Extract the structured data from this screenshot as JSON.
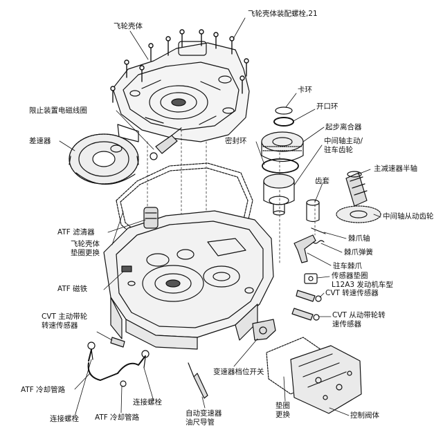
{
  "labels": {
    "flywheel_housing": "飞轮壳体",
    "flywheel_bolt": "飞轮壳体装配螺栓,21",
    "circlip": "卡环",
    "split_ring": "开口环",
    "start_clutch": "起步离合器",
    "seal_ring": "密封环",
    "countershaft_gear_l1": "中间轴主动/",
    "countershaft_gear_l2": "驻车齿轮",
    "limit_solenoid": "限止装置电磁线圈",
    "differential": "差速器",
    "gear_sleeve": "齿套",
    "final_drive_shaft": "主减速器半轴",
    "countershaft_driven": "中间轴从动齿轮",
    "atf_filter": "ATF 滤清器",
    "pawl_shaft": "棘爪轴",
    "flywheel_gasket_l1": "飞轮壳体",
    "flywheel_gasket_l2": "垫圈更换",
    "pawl_spring": "棘爪弹簧",
    "park_pawl": "驻车棘爪",
    "atf_magnet": "ATF 磁铁",
    "sensor_gasket_l1": "传感器垫圈",
    "sensor_gasket_l2": "L12A3 发动机车型",
    "cvt_drive_sensor_l1": "CVT 主动带轮",
    "cvt_drive_sensor_l2": "转速传感器",
    "cvt_speed_sensor": "CVT 转速传感器",
    "cvt_driven_sensor_l1": "CVT 从动带轮转",
    "cvt_driven_sensor_l2": "速传感器",
    "atf_cooler_pipe_1": "ATF 冷却管路",
    "shift_switch": "变速器档位开关",
    "connecting_bolt_1": "连接螺栓",
    "connecting_bolt_2": "连接螺栓",
    "atf_cooler_pipe_2": "ATF 冷却管路",
    "auto_trans_l1": "自动变速器",
    "auto_trans_l2": "油尺导管",
    "gasket_replace_l1": "垫圈",
    "gasket_replace_l2": "更换",
    "control_valve": "控制阀体"
  }
}
